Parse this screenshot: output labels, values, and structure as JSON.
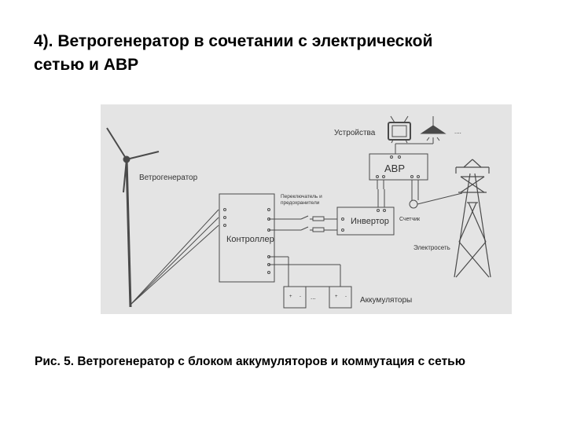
{
  "slide": {
    "title_line1": "4). Ветрогенератор в сочетании с электрической",
    "title_line2": "сетью и АВР",
    "caption": "Рис. 5. Ветрогенератор с блоком аккумуляторов и коммутация с сетью"
  },
  "diagram": {
    "labels": {
      "devices": "Устройства",
      "dots_devices": "....",
      "avr": "АВР",
      "wind_generator": "Ветрогенератор",
      "switch_line1": "Переключатель и",
      "switch_line2": "предохранители",
      "inverter": "Инвертор",
      "meter": "Счетчик",
      "controller": "Контроллер",
      "grid": "Электросеть",
      "batteries": "Аккумуляторы",
      "dots_batteries": "...",
      "plus": "+",
      "minus": "-"
    },
    "colors": {
      "background": "#e4e4e4",
      "lines": "#4a4a4a"
    }
  }
}
